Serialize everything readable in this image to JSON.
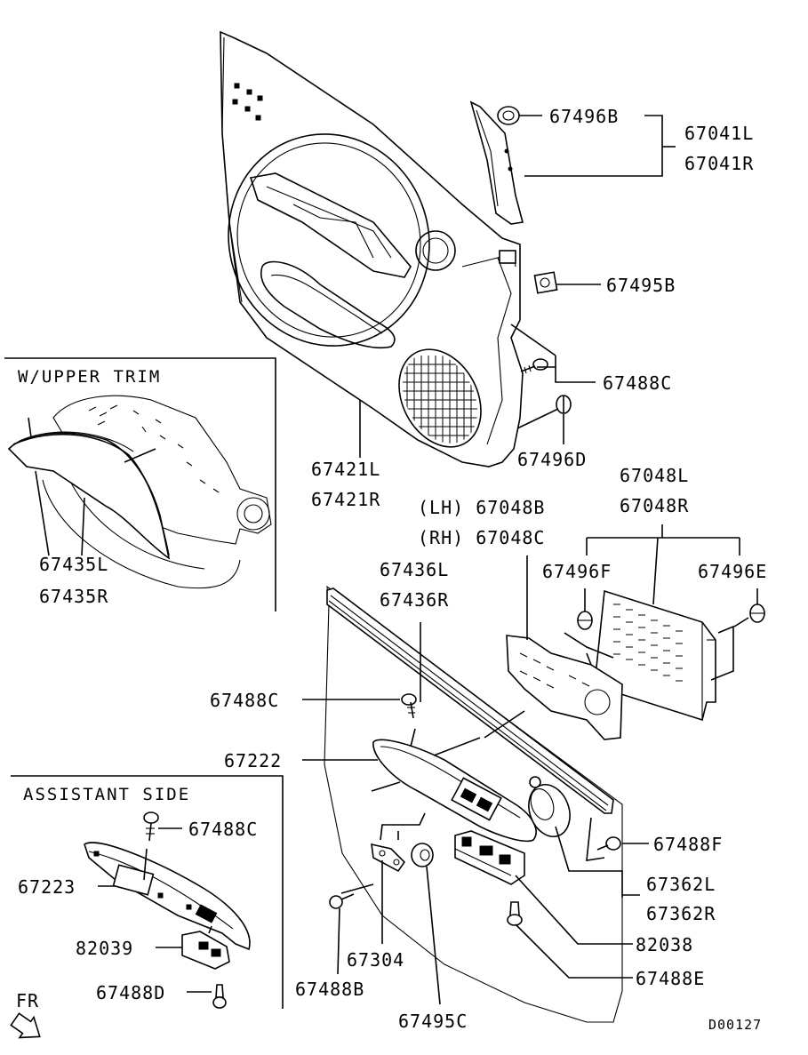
{
  "diagram_code": "D00127",
  "direction_label": "FR",
  "insets": {
    "upper_trim": {
      "title": "W/UPPER TRIM"
    },
    "assistant_side": {
      "title": "ASSISTANT SIDE"
    }
  },
  "callouts": {
    "c67496B": "67496B",
    "c67041L": "67041L",
    "c67041R": "67041R",
    "c67495B": "67495B",
    "c67488C_top": "67488C",
    "c67496D": "67496D",
    "c67421L": "67421L",
    "c67421R": "67421R",
    "c67435L": "67435L",
    "c67435R": "67435R",
    "c67048L": "67048L",
    "c67048R": "67048R",
    "c67048B": "(LH) 67048B",
    "c67048C": "(RH) 67048C",
    "c67436L": "67436L",
    "c67436R": "67436R",
    "c67496F": "67496F",
    "c67496E": "67496E",
    "c67488C_mid": "67488C",
    "c67222": "67222",
    "c67488C_asst": "67488C",
    "c67223": "67223",
    "c82039": "82039",
    "c67488D": "67488D",
    "c67488F": "67488F",
    "c67362L": "67362L",
    "c67362R": "67362R",
    "c82038": "82038",
    "c67304": "67304",
    "c67488B": "67488B",
    "c67488E": "67488E",
    "c67495C": "67495C"
  }
}
